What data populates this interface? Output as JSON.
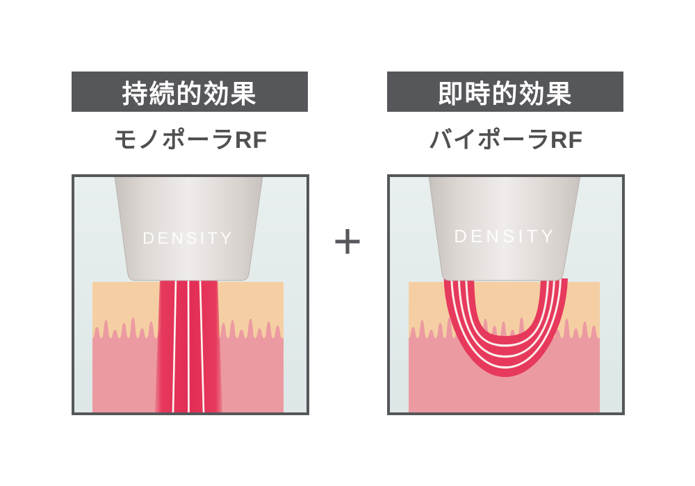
{
  "left_panel": {
    "header": "持続的効果",
    "label": "モノポーラRF",
    "device_label": "DENSITY",
    "beam_style": "straight vertical beams"
  },
  "right_panel": {
    "header": "即時的効果",
    "label": "バイポーラRF",
    "device_label": "DENSITY",
    "beam_style": "nested U-shaped curves"
  },
  "separator": {
    "symbol": "+"
  },
  "colors": {
    "header_bg": "#56575a",
    "header_text": "#ffffff",
    "label_text": "#4f5052",
    "box_border": "#56575a",
    "panel_bg": "#e3ebea",
    "device_gray": "#d9d3cf",
    "device_label_text": "#ffffff",
    "skin_epidermis": "#f5cfa3",
    "skin_dermis": "#ec9aa1",
    "rf_red": "#e6395c",
    "rf_divider": "#fdf6f2",
    "page_bg": "#ffffff"
  }
}
